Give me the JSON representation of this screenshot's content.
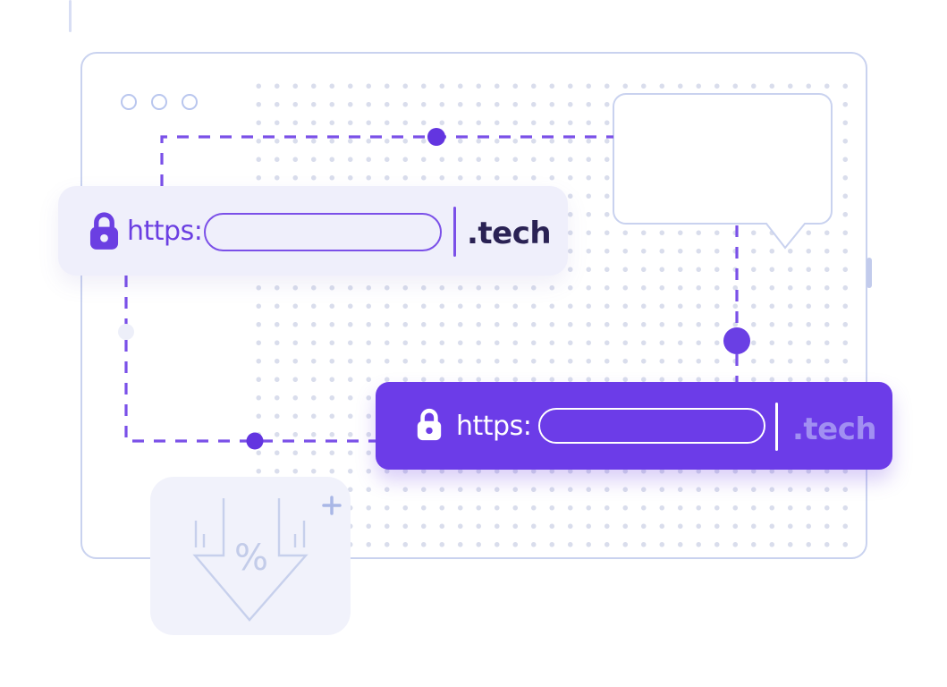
{
  "illustration": {
    "browser_window": {
      "control_dots_count": 3,
      "has_scrollbar_thumb": true
    },
    "url_bar_light": {
      "lock_icon": "lock",
      "protocol": "https:",
      "domain_value": "",
      "tld": ".tech"
    },
    "url_bar_purple": {
      "lock_icon": "lock",
      "protocol": "https:",
      "domain_value": "",
      "tld": ".tech"
    },
    "speech_bubble": {
      "text": ""
    },
    "discount_card": {
      "percent_glyph": "%",
      "plus_glyph": "+"
    },
    "colors": {
      "accent_purple": "#6c3ce8",
      "dashed_line_purple": "#7a50e8",
      "connector_dot_purple": "#6335e0",
      "outline_periwinkle": "#c9d2ef",
      "tld_dark": "#2a2254",
      "tld_on_purple": "#a18ff2",
      "light_card_bg": "#efeffb",
      "promo_card_bg": "#f1f2fb",
      "dot_grid": "#d9ddec"
    }
  }
}
